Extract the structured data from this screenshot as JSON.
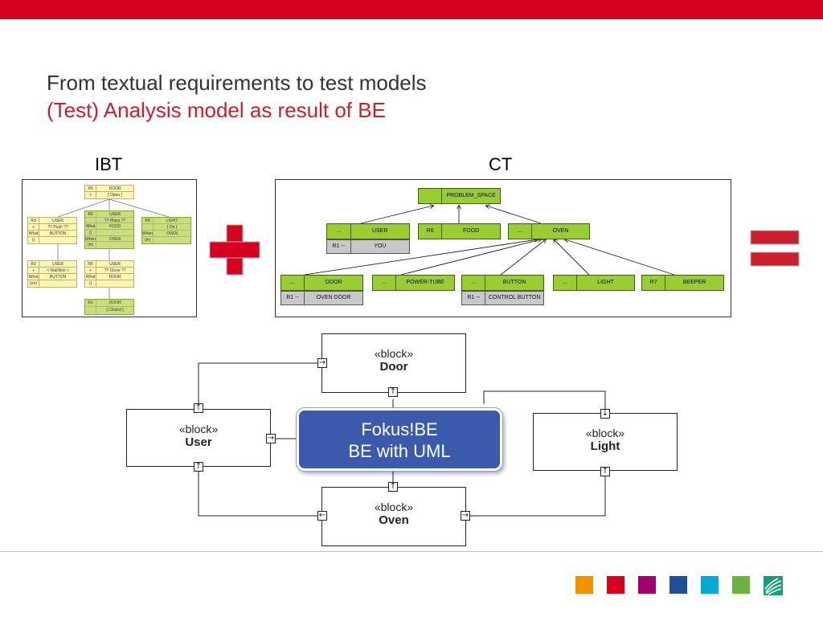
{
  "title": {
    "line1": "From textual requirements to test models",
    "line2": "(Test) Analysis model as result of BE"
  },
  "ibt": {
    "label": "IBT",
    "boxes": [
      {
        "id": "r5",
        "rows": [
          [
            "R5",
            "DOOR"
          ],
          [
            "+",
            "[ Open ]"
          ]
        ],
        "color": "yellow"
      },
      {
        "id": "r3",
        "rows": [
          [
            "R3",
            "USER"
          ],
          [
            "+",
            "?? Push ??"
          ],
          [
            "What",
            "BUTTON"
          ],
          [
            "()",
            ""
          ]
        ],
        "color": "yellow"
      },
      {
        "id": "r6",
        "rows": [
          [
            "R6",
            "USER"
          ],
          [
            "",
            "?? Place ??"
          ],
          [
            "What",
            "FOOD"
          ],
          [
            "()",
            ""
          ],
          [
            "Where",
            "OVEN"
          ],
          [
            "(in)",
            ""
          ]
        ],
        "color": "green"
      },
      {
        "id": "r8",
        "rows": [
          [
            "R8",
            "LIGHT"
          ],
          [
            "",
            "[ On ]"
          ],
          [
            "Where",
            "OVEN"
          ],
          [
            "(in)",
            ""
          ]
        ],
        "color": "green"
      },
      {
        "id": "r3b",
        "rows": [
          [
            "R3",
            "USER"
          ],
          [
            "+",
            "< NoEffect >"
          ],
          [
            "What",
            "BUTTON"
          ],
          [
            "(on)",
            ""
          ]
        ],
        "color": "yellow"
      },
      {
        "id": "r6b",
        "rows": [
          [
            "R6",
            "USER"
          ],
          [
            "+",
            "?? Close ??"
          ],
          [
            "What",
            "DOOR"
          ],
          [
            "()",
            ""
          ]
        ],
        "color": "yellow"
      },
      {
        "id": "r1",
        "rows": [
          [
            "R1",
            "DOOR"
          ],
          [
            "",
            "[ Closed ]"
          ]
        ],
        "color": "green"
      }
    ]
  },
  "ct": {
    "label": "CT",
    "root": {
      "c1": "",
      "c2": "PROBLEM_SPACE"
    },
    "level1": [
      {
        "c1": "...",
        "c2": "USER",
        "sub": {
          "c1": "R1 --",
          "c2": "YOU"
        }
      },
      {
        "c1": "R6",
        "c2": "FOOD"
      },
      {
        "c1": "...",
        "c2": "OVEN"
      }
    ],
    "level2": [
      {
        "c1": "...",
        "c2": "DOOR",
        "sub": {
          "c1": "R1 --",
          "c2": "OVEN DOOR"
        }
      },
      {
        "c1": "...",
        "c2": "POWER-TUBE"
      },
      {
        "c1": "...",
        "c2": "BUTTON",
        "sub": {
          "c1": "R1 --",
          "c2": "CONTROL BUTTON"
        }
      },
      {
        "c1": "...",
        "c2": "LIGHT"
      },
      {
        "c1": "R7",
        "c2": "BEEPER"
      }
    ]
  },
  "symbols": {
    "plus_color": "#d7001e",
    "equals_color": "#cc1f2e"
  },
  "blocks": {
    "door": {
      "stereotype": "«block»",
      "name": "Door"
    },
    "user": {
      "stereotype": "«block»",
      "name": "User"
    },
    "light": {
      "stereotype": "«block»",
      "name": "Light"
    },
    "oven": {
      "stereotype": "«block»",
      "name": "Oven"
    }
  },
  "center": {
    "line1": "Fokus!BE",
    "line2": "BE with UML",
    "color": "#3b5aac"
  },
  "footer_squares": [
    "#f39200",
    "#d7001e",
    "#a0006e",
    "#1d4f9c",
    "#00a8d4",
    "#6bb33c"
  ]
}
